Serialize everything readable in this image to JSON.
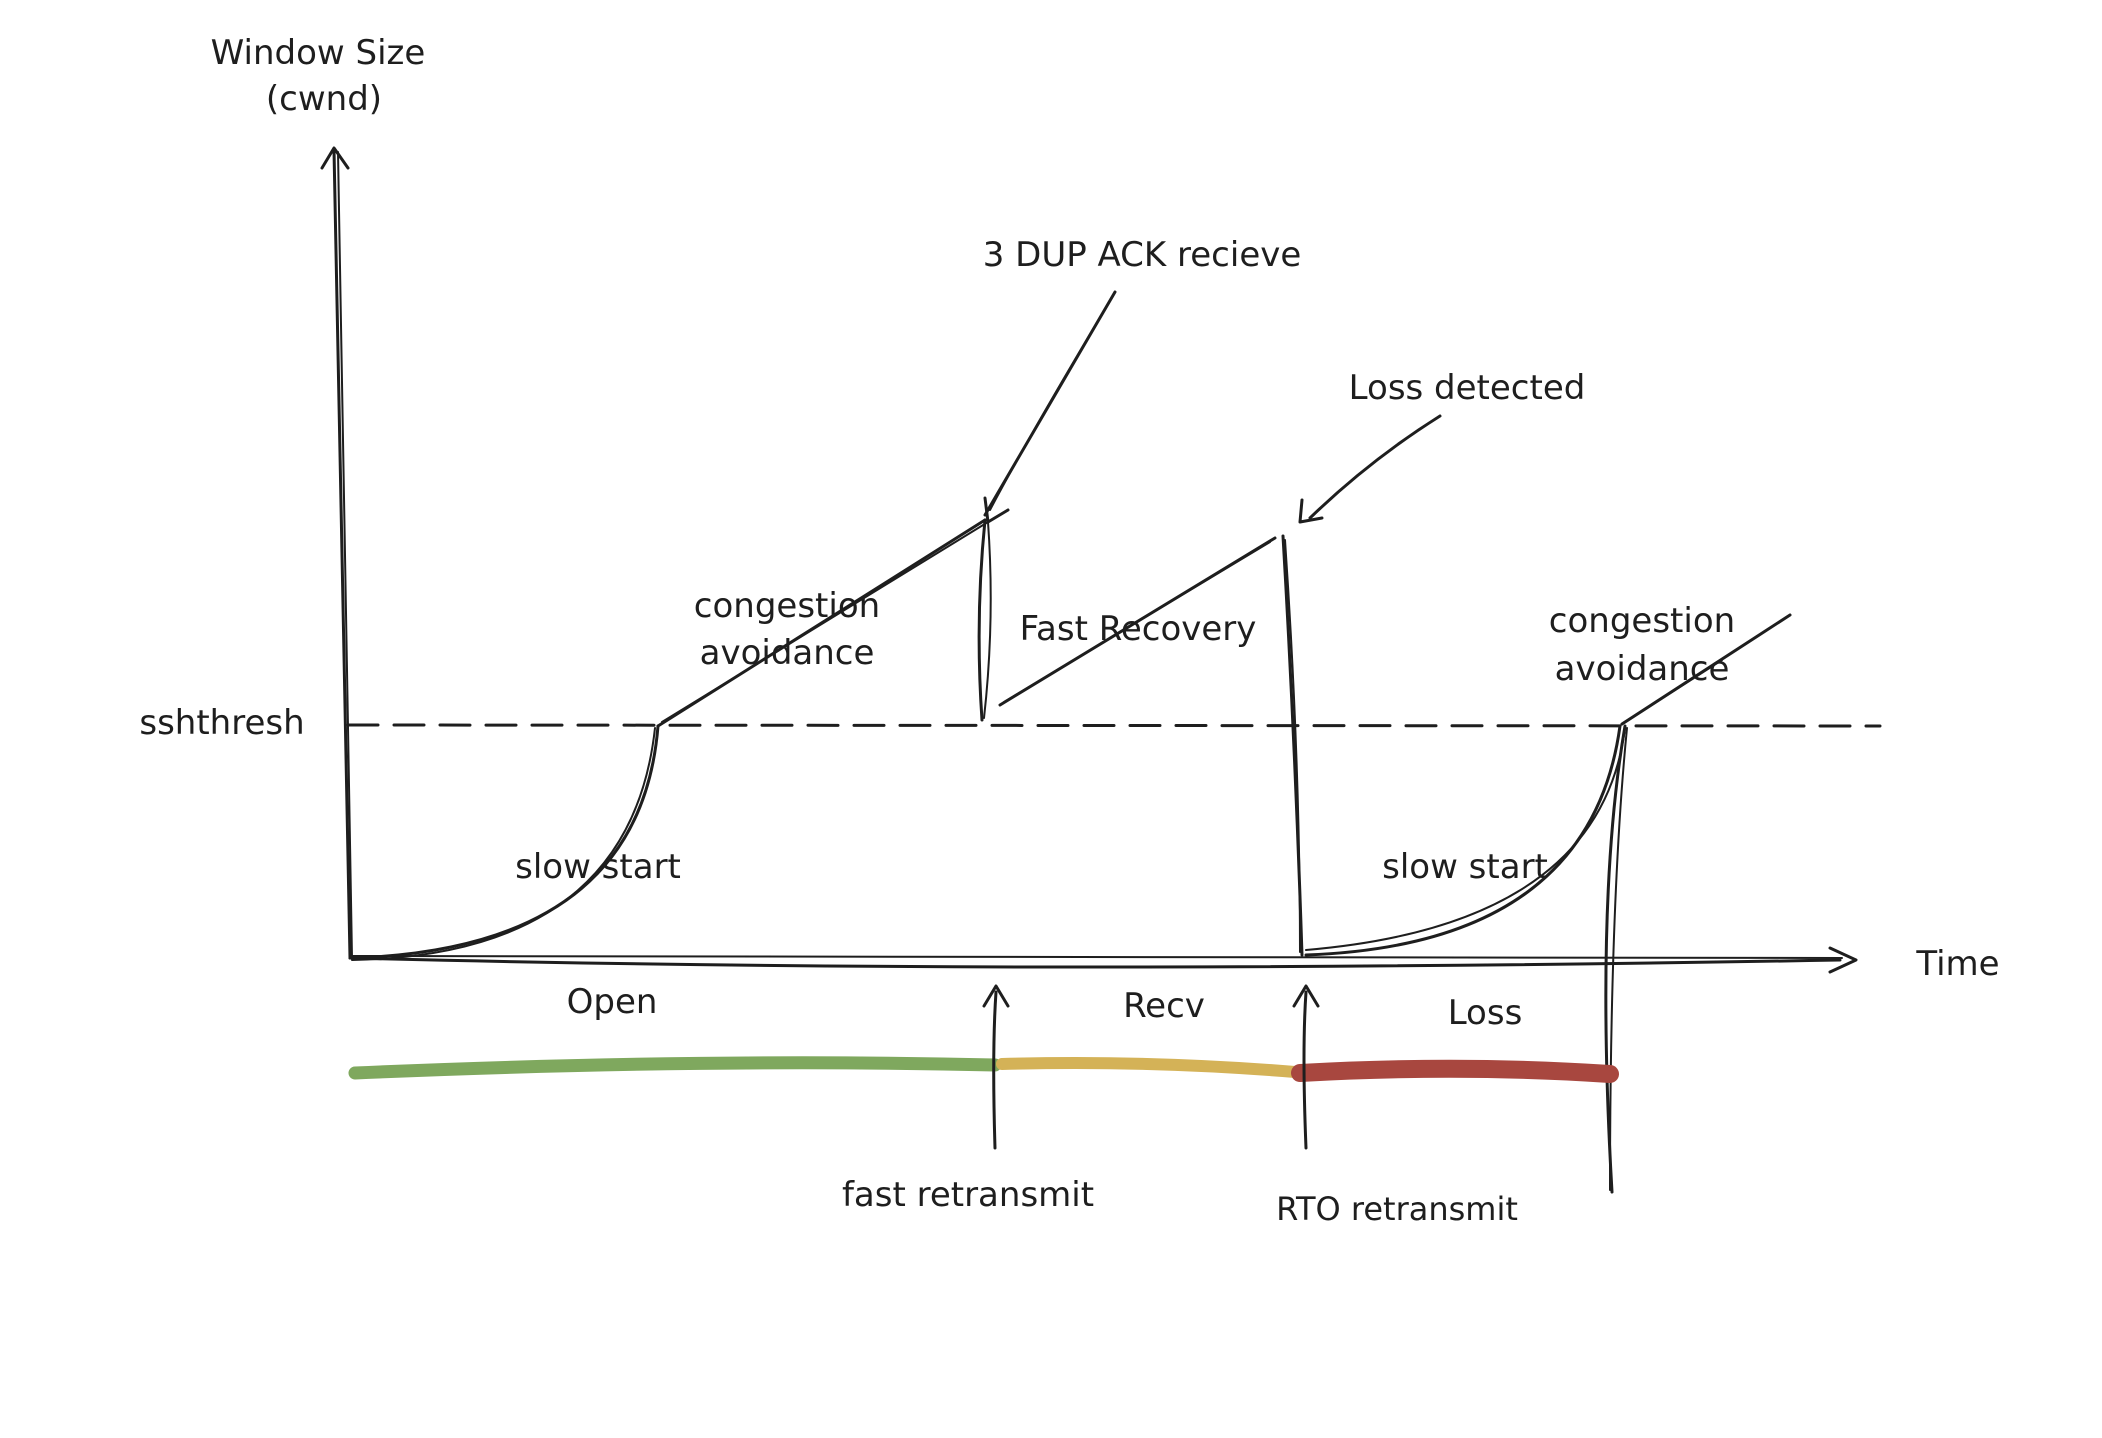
{
  "axes": {
    "y_label_line1": "Window Size",
    "y_label_line2": "(cwnd)",
    "x_label": "Time",
    "threshold_label": "sshthresh"
  },
  "annotations": {
    "dup_ack": "3 DUP ACK recieve",
    "loss_detected": "Loss detected",
    "congestion_avoidance_1_line1": "congestion",
    "congestion_avoidance_1_line2": "avoidance",
    "fast_recovery": "Fast Recovery",
    "slow_start_1": "slow start",
    "slow_start_2": "slow start",
    "congestion_avoidance_2_line1": "congestion",
    "congestion_avoidance_2_line2": "avoidance"
  },
  "states": {
    "open": "Open",
    "recv": "Recv",
    "loss": "Loss"
  },
  "events": {
    "fast_retransmit": "fast retransmit",
    "rto_retransmit": "RTO retransmit"
  },
  "colors": {
    "ink": "#1e1e1e",
    "open_state": "#7fa85e",
    "recv_state": "#d4b257",
    "loss_state": "#a8473f"
  }
}
